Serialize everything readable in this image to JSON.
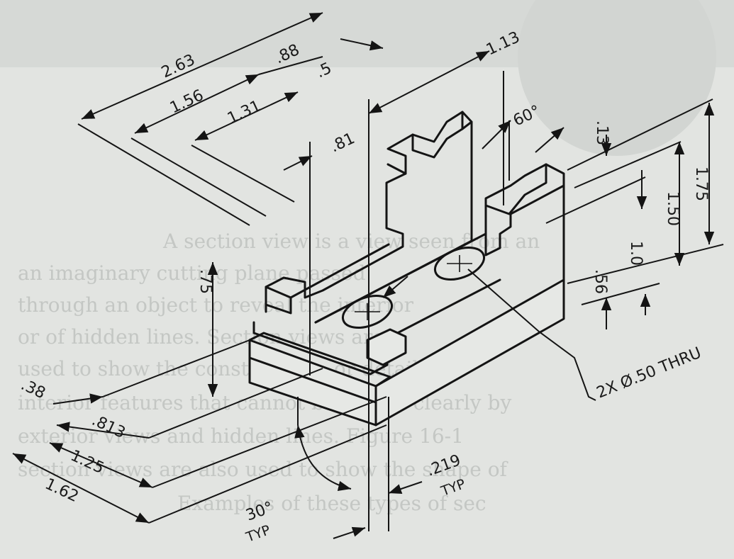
{
  "drawing": {
    "paper_color": "#e4e6e3",
    "ink_color": "#141414",
    "background_text_color": "#c6c9c6",
    "dimensions": {
      "d_2_63": "2.63",
      "d_1_56": "1.56",
      "d_1_31": "1.31",
      "d_88": ".88",
      "d_5": ".5",
      "d_1_13": "1.13",
      "d_81": ".81",
      "d_60": "60°",
      "d_13": ".13",
      "d_1_75": "1.75",
      "d_1_50": "1.50",
      "d_1_0": "1.0",
      "d_56": ".56",
      "d_75": ".75",
      "d_38": ".38",
      "d_813": ".813",
      "d_1_25": "1.25",
      "d_1_62": "1.62",
      "d_30": "30°",
      "d_typ_1": "TYP",
      "d_219": ".219",
      "d_typ_2": "TYP",
      "hole_callout": "2X Ø.50 THRU"
    },
    "background_text": {
      "line1": "A  section view is a view seen from an",
      "line2": "an imaginary cutting plane passed",
      "line3": "through an object to reveal the interior",
      "line4": "or of hidden lines. Section views are",
      "line5": "used to show the construction, or details of",
      "line6": "interior features that cannot be shown clearly by",
      "line7": "exterior views and hidden lines. Figure 16-1",
      "line8": "section views are also used to show the shape of",
      "line9": "Examples of these types of sec"
    }
  }
}
